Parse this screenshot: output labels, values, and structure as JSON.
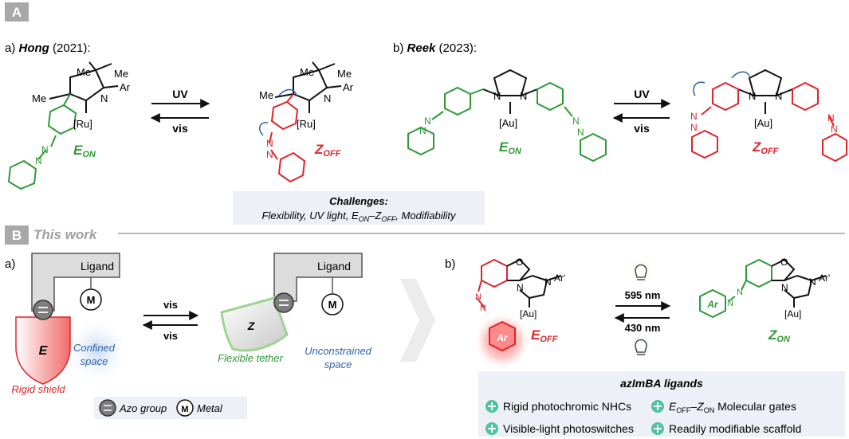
{
  "colors": {
    "green": "#2e9a36",
    "red": "#e0242b",
    "blue": "#2a63b0",
    "gray": "#9a9a9a",
    "teal": "#4fc3a0"
  },
  "panelA": {
    "badge": "A",
    "a_prefix": "a) ",
    "a_name": "Hong",
    "a_year": " (2021):",
    "b_prefix": "b) ",
    "b_name": "Reek",
    "b_year": " (2023):",
    "uv": "UV",
    "vis": "vis",
    "me": "Me",
    "ar": "Ar",
    "ru": "[Ru]",
    "au": "[Au]",
    "n": "N",
    "e_on_main": "E",
    "e_on_sub": "ON",
    "z_off_main": "Z",
    "z_off_sub": "OFF",
    "challenges_title": "Challenges:",
    "challenges_text_a": "Flexibility, UV light, E",
    "challenges_sub1": "ON",
    "challenges_dash": "–Z",
    "challenges_sub2": "OFF",
    "challenges_text_b": ", Modifiability"
  },
  "panelB": {
    "badge": "B",
    "title": "This work",
    "a_label": "a)",
    "b_label": "b)",
    "ligand": "Ligand",
    "metal_symbol": "M",
    "e_letter": "E",
    "z_letter": "Z",
    "confined_line1": "Confined",
    "confined_line2": "space",
    "rigid_shield": "Rigid shield",
    "flexible_tether": "Flexible tether",
    "unconstrained_line1": "Unconstrained",
    "unconstrained_line2": "space",
    "vis": "vis",
    "legend_azo": "Azo group",
    "legend_metal": "Metal",
    "wavelength1": "595 nm",
    "wavelength2": "430 nm",
    "ar": "Ar",
    "arp": "Ar'",
    "au": "[Au]",
    "n": "N",
    "o": "O",
    "e_off_main": "E",
    "e_off_sub": "OFF",
    "z_on_main": "Z",
    "z_on_sub": "ON",
    "box_title": "azImBA ligands",
    "features": [
      "Rigid photochromic NHCs",
      "Visible-light photoswitches",
      "Readily modifiable scaffold"
    ],
    "gate_main1": "E",
    "gate_sub1": "OFF",
    "gate_dash": "–Z",
    "gate_sub2": "ON",
    "gate_rest": " Molecular gates"
  }
}
